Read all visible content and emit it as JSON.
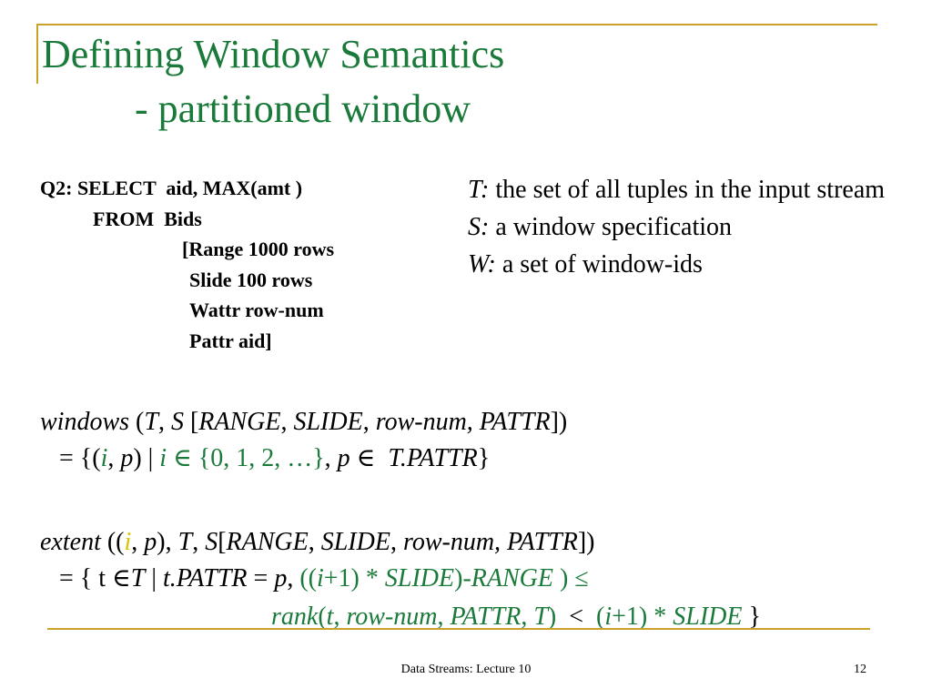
{
  "slide": {
    "title_line1": "Defining Window Semantics",
    "title_line2": "- partitioned window",
    "query": {
      "line1": "Q2: SELECT  aid, MAX(amt )",
      "line2": "FROM  Bids",
      "line3": "[Range 1000 rows",
      "line4": "Slide 100 rows",
      "line5": "Wattr row-num",
      "line6": "Pattr aid]"
    },
    "definitions": [
      {
        "symbol": "T:",
        "text": " the set of all tuples in the input stream"
      },
      {
        "symbol": "S:",
        "text": " a window specification"
      },
      {
        "symbol": "W:",
        "text": " a set of window-ids"
      }
    ],
    "footer_text": "Data Streams: Lecture 10",
    "page_number": "12"
  },
  "colors": {
    "title": "#1a7a3a",
    "accent_line": "#c9a227",
    "highlight_green": "#1a7a3a",
    "highlight_yellow": "#d6c400"
  }
}
